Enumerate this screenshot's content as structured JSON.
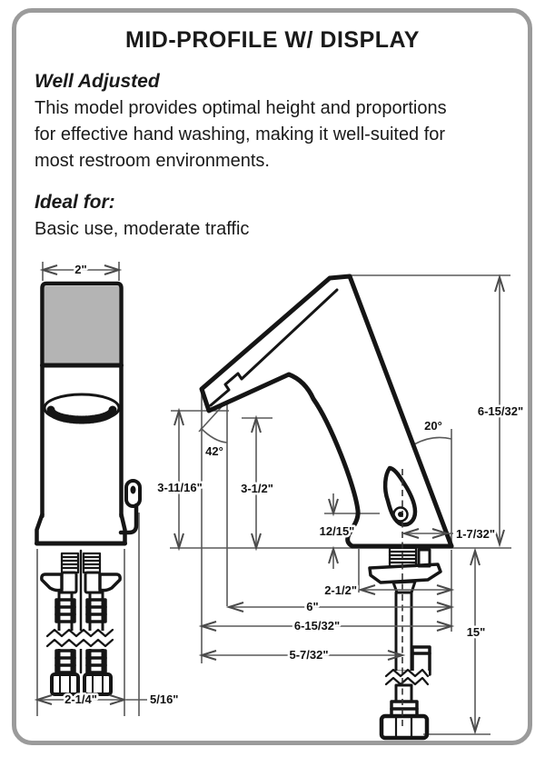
{
  "title": "MID-PROFILE W/ DISPLAY",
  "intro": {
    "heading": "Well Adjusted",
    "body": "This model provides optimal height and proportions for effective hand washing, making it well-suited for most restroom environments.",
    "ideal_heading": "Ideal for:",
    "ideal_body": "Basic use, moderate traffic"
  },
  "diagram": {
    "views": [
      "front view",
      "side view"
    ],
    "display_fill": "#b4b4b4",
    "line_color": "#151515",
    "labels": {
      "top_width": "2\"",
      "base_width": "2-1/4\"",
      "clip_offset": "5/16\"",
      "spout_angle": "42°",
      "back_angle": "20°",
      "spout_tip_height": "3-11/16\"",
      "outlet_height": "3-1/2\"",
      "sensor_height": "12/15\"",
      "back_edge_offset": "1-7/32\"",
      "overall_height": "6-15/32\"",
      "base_depth": "2-1/2\"",
      "reach_mid": "6\"",
      "reach_back": "6-15/32\"",
      "spout_reach": "5-7/32\"",
      "supply_length": "15\""
    }
  }
}
